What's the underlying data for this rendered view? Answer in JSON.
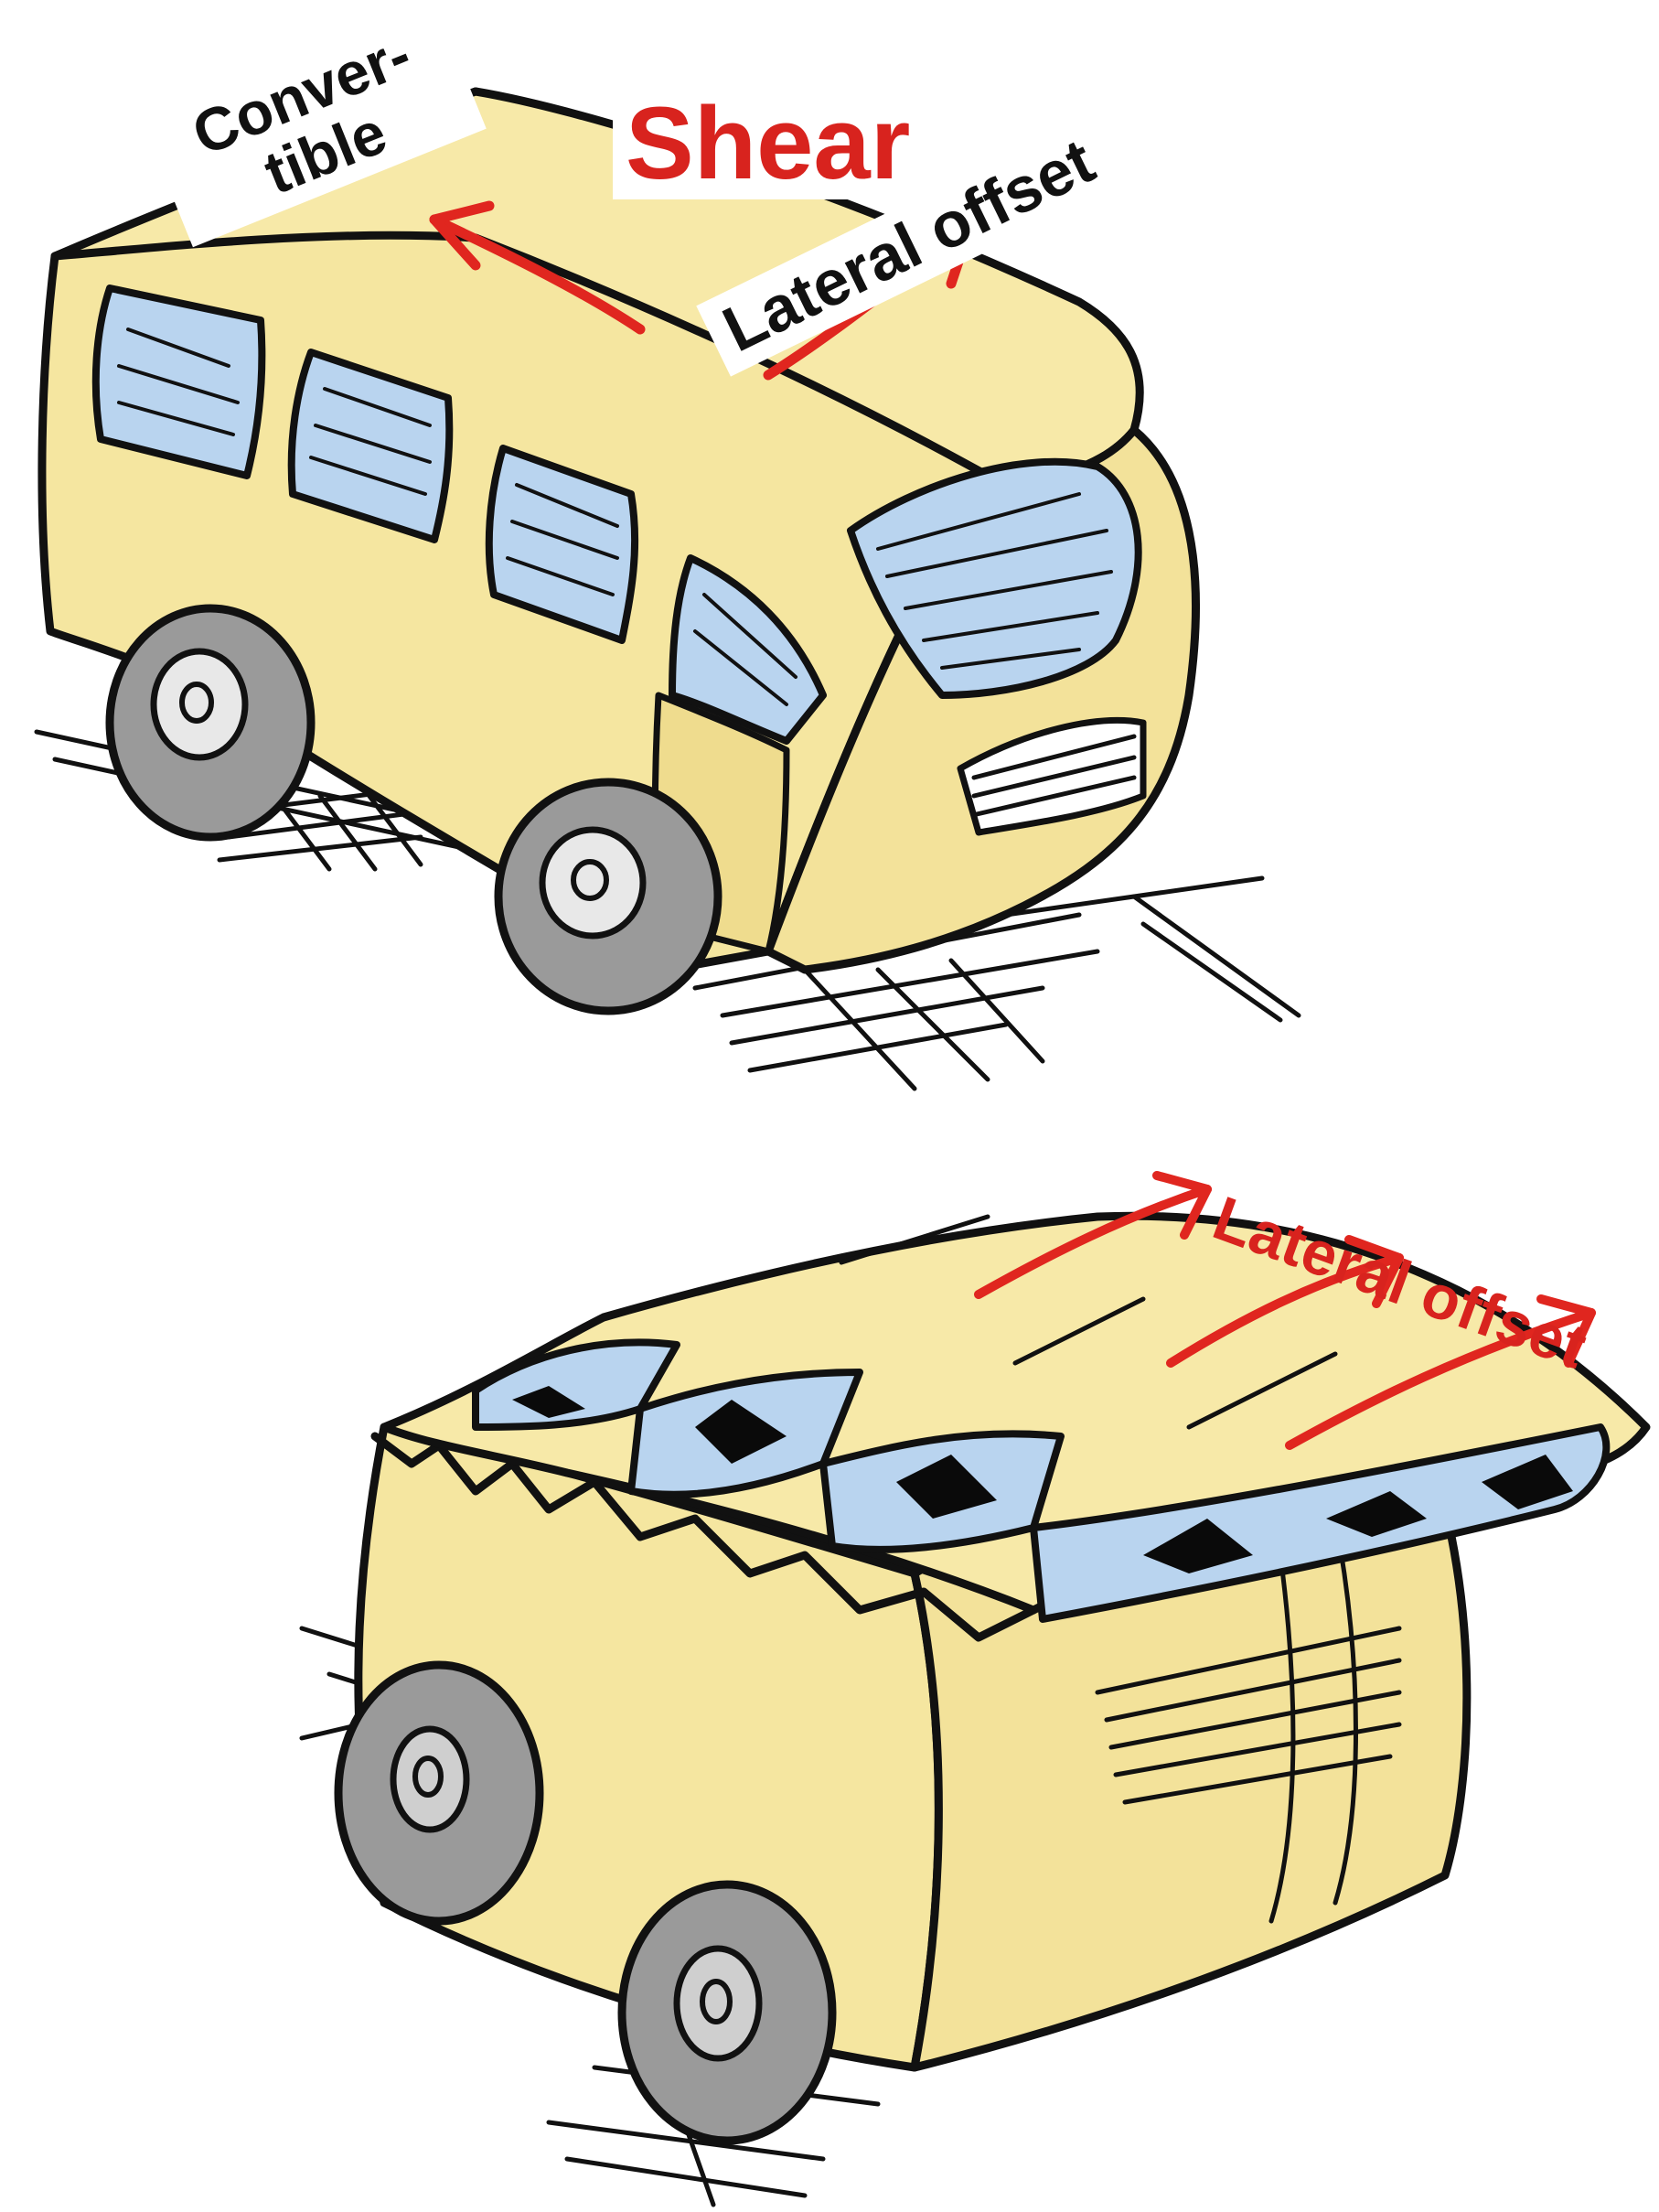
{
  "labels": {
    "convertible_line1": "Conver-",
    "convertible_line2": "tible",
    "shear": "Shear",
    "lateral_offset_top": "Lateral offset",
    "lateral_offset_bottom": "Lateral offset"
  },
  "colors": {
    "bus_body": "#f5e6a0",
    "window_glass": "#b9d4ef",
    "arrow_red": "#e0261f",
    "ink": "#111111",
    "wheel_gray": "#9a9a9a"
  }
}
